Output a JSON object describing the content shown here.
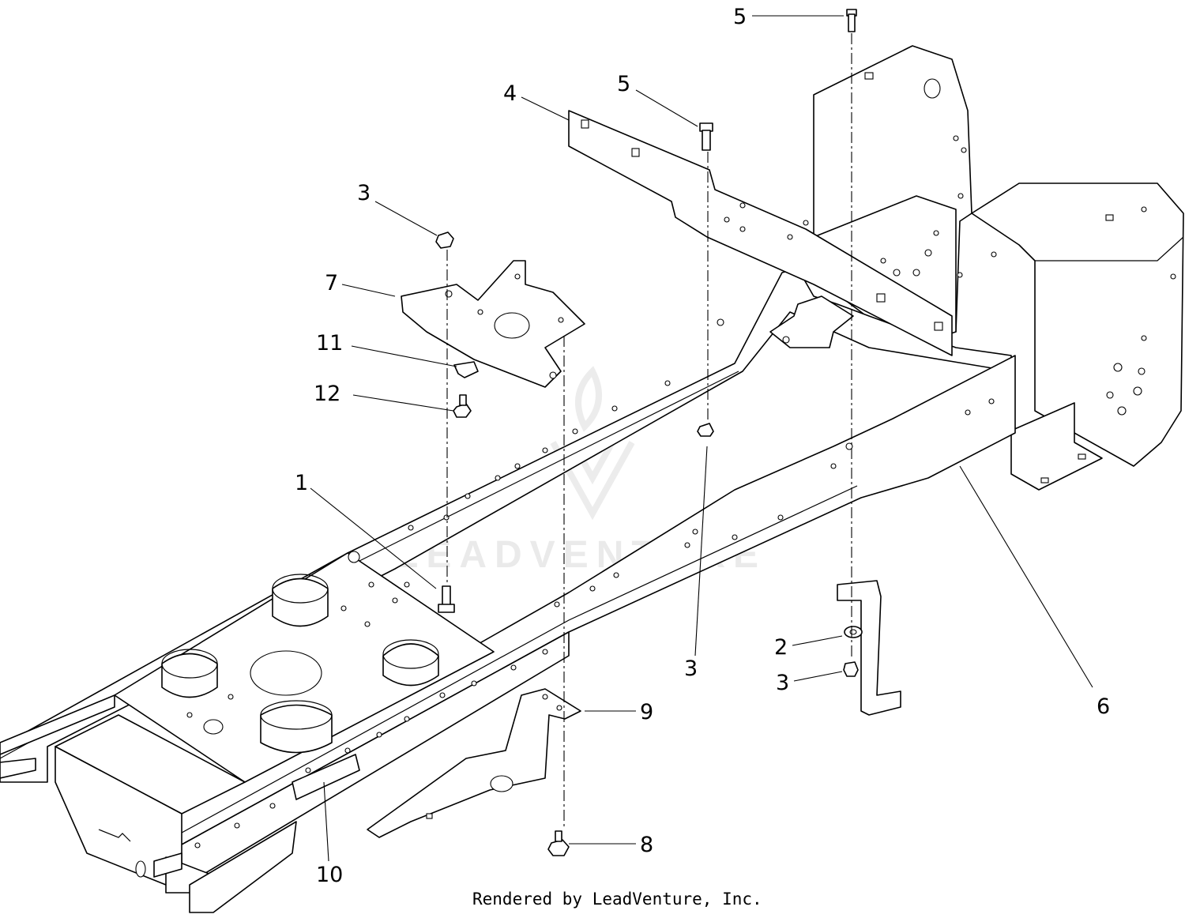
{
  "callouts": [
    {
      "label": "1"
    },
    {
      "label": "2"
    },
    {
      "label": "3"
    },
    {
      "label": "3"
    },
    {
      "label": "3"
    },
    {
      "label": "4"
    },
    {
      "label": "5"
    },
    {
      "label": "5"
    },
    {
      "label": "6"
    },
    {
      "label": "7"
    },
    {
      "label": "8"
    },
    {
      "label": "9"
    },
    {
      "label": "10"
    },
    {
      "label": "11"
    },
    {
      "label": "12"
    }
  ],
  "watermark": {
    "text": "LEADVENTURE"
  },
  "footer": {
    "text": "Rendered by LeadVenture, Inc."
  }
}
